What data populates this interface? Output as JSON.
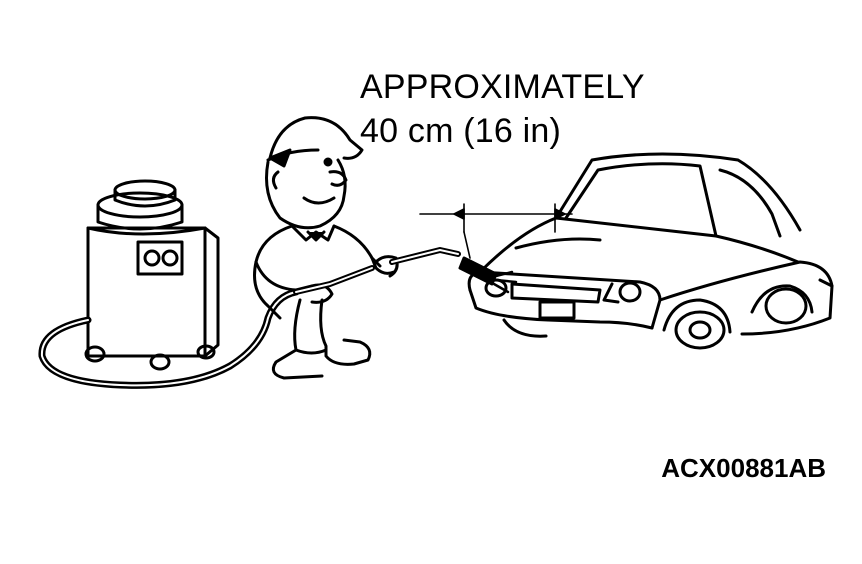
{
  "annotation": {
    "line1": "APPROXIMATELY",
    "line2": "40 cm (16 in)"
  },
  "figure_id": "ACX00881AB",
  "colors": {
    "ink": "#000000",
    "paper": "#ffffff"
  },
  "icons": [
    "pressure-washer-machine",
    "worker-figure",
    "spray-wand",
    "car-front",
    "hose"
  ]
}
